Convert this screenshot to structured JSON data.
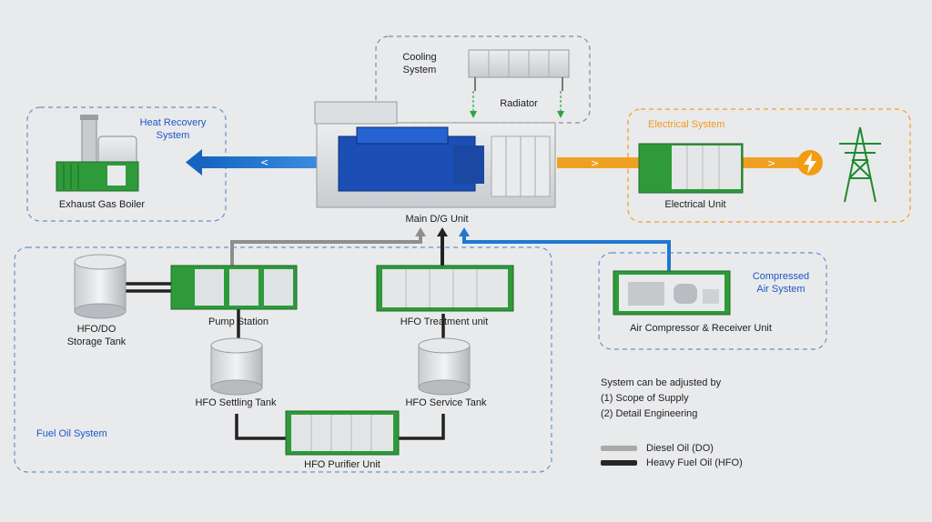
{
  "sections": {
    "heat_recovery": "Heat Recovery\nSystem",
    "cooling": "Cooling\nSystem",
    "electrical": "Electrical System",
    "compressed_air": "Compressed\nAir System",
    "fuel_oil": "Fuel Oil System"
  },
  "components": {
    "exhaust_gas_boiler": "Exhaust Gas Boiler",
    "radiator": "Radiator",
    "main_dg_unit": "Main D/G Unit",
    "electrical_unit": "Electrical Unit",
    "air_compressor": "Air Compressor & Receiver Unit",
    "storage_tank": "HFO/DO\nStorage Tank",
    "pump_station": "Pump Station",
    "hfo_treatment": "HFO Treatment unit",
    "settling_tank": "HFO Settling Tank",
    "service_tank": "HFO Service Tank",
    "purifier_unit": "HFO Purifier Unit"
  },
  "note": {
    "title": "System can be adjusted by",
    "items": [
      "(1) Scope of Supply",
      "(2) Detail Engineering"
    ]
  },
  "legend": [
    {
      "label": "Diesel Oil (DO)",
      "color": "#a9a9a9"
    },
    {
      "label": "Heavy Fuel Oil (HFO)",
      "color": "#262626"
    }
  ],
  "colors": {
    "container_green": "#2e9a3a",
    "pipe_blue": "#1f78d1",
    "pipe_orange": "#f0a020",
    "section_blue": "#1e57c8"
  }
}
